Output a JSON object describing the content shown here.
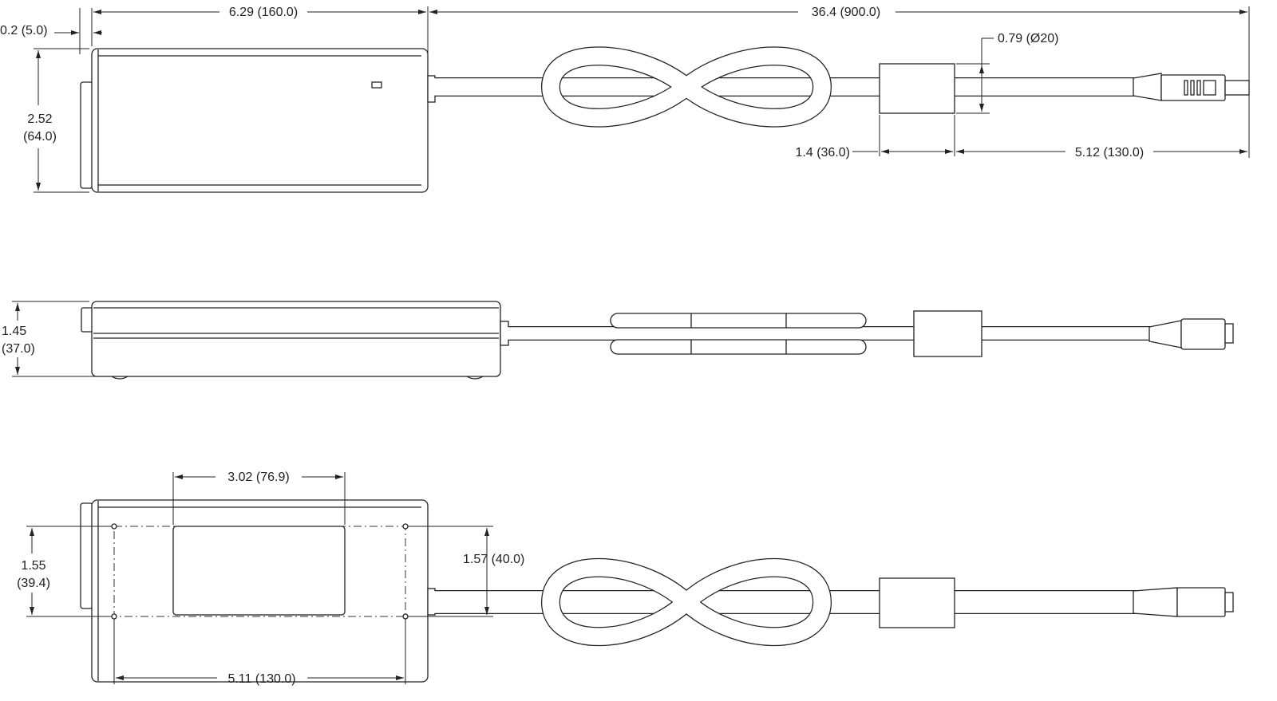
{
  "drawing": {
    "top_view": {
      "dim_body_length": "6.29 (160.0)",
      "dim_total_length": "36.4 (900.0)",
      "dim_clip_offset": "0.2 (5.0)",
      "dim_body_width_in": "2.52",
      "dim_body_width_mm": "(64.0)",
      "dim_ferrite_diameter": "0.79 (Ø20)",
      "dim_ferrite_length": "1.4 (36.0)",
      "dim_ferrite_to_end": "5.12 (130.0)"
    },
    "side_view": {
      "dim_height_in": "1.45",
      "dim_height_mm": "(37.0)"
    },
    "bottom_view": {
      "dim_label_width": "3.02 (76.9)",
      "dim_hole_spacing_in": "1.55",
      "dim_hole_spacing_mm": "(39.4)",
      "dim_hole_span_right": "1.57 (40.0)",
      "dim_hole_length": "5.11 (130.0)"
    }
  }
}
